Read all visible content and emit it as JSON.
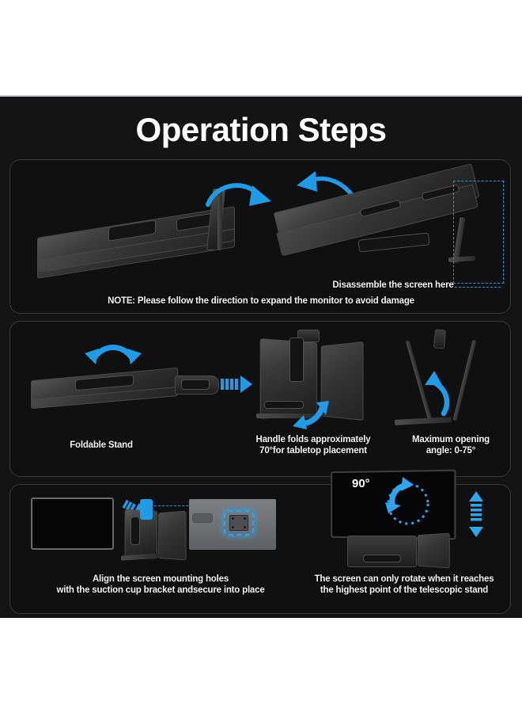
{
  "page": {
    "background": "#ffffff",
    "board_background": "#141414",
    "accent_blue": "#1f9ce8",
    "title": "Operation Steps"
  },
  "panels": [
    {
      "id": "panel-expand",
      "captions": [
        {
          "name": "disassemble-callout",
          "text": "Disassemble the screen here"
        },
        {
          "name": "expand-note",
          "text": "NOTE: Please follow the direction to expand the monitor to avoid damage"
        }
      ],
      "icons": [
        {
          "name": "curved-arrow-down-right-icon",
          "semantic": "rotate-open-arrow"
        },
        {
          "name": "curved-arrow-up-left-icon",
          "semantic": "lift-screen-arrow"
        },
        {
          "name": "dashed-callout-box",
          "semantic": "disassembly-region-highlight"
        }
      ]
    },
    {
      "id": "panel-stand",
      "captions": [
        {
          "name": "foldable-stand-label",
          "text": "Foldable Stand"
        },
        {
          "name": "handle-fold-label",
          "text": "Handle folds approximately\n70°for tabletop placement"
        },
        {
          "name": "max-angle-label",
          "text": "Maximum opening\nangle: 0-75°"
        }
      ],
      "icons": [
        {
          "name": "double-curved-arrow-icon",
          "semantic": "fold-both-directions"
        },
        {
          "name": "striped-right-arrow-icon",
          "semantic": "transform-to-next-state"
        },
        {
          "name": "curved-arrow-up-icon",
          "semantic": "handle-fold-direction"
        },
        {
          "name": "curved-arrow-down-icon",
          "semantic": "open-angle-direction"
        }
      ]
    },
    {
      "id": "panel-mount",
      "captions": [
        {
          "name": "align-mount-label",
          "text": "Align the screen mounting holes\nwith the suction cup bracket andsecure into place"
        },
        {
          "name": "rotate-limit-label",
          "text": "The screen can only rotate when it reaches\nthe highest point of the telescopic stand"
        }
      ],
      "badges": [
        {
          "name": "rotation-angle-badge",
          "text": "90°"
        }
      ],
      "icons": [
        {
          "name": "striped-right-arrow-icon",
          "semantic": "attach-direction"
        },
        {
          "name": "dashed-connector-line",
          "semantic": "mounting-hole-alignment"
        },
        {
          "name": "glowing-mount-square-icon",
          "semantic": "suction-cup-bracket-holes"
        },
        {
          "name": "circular-rotation-arrow-icon",
          "semantic": "screen-rotate-90"
        },
        {
          "name": "striped-up-down-arrow-icon",
          "semantic": "telescopic-height-adjust"
        }
      ]
    }
  ]
}
